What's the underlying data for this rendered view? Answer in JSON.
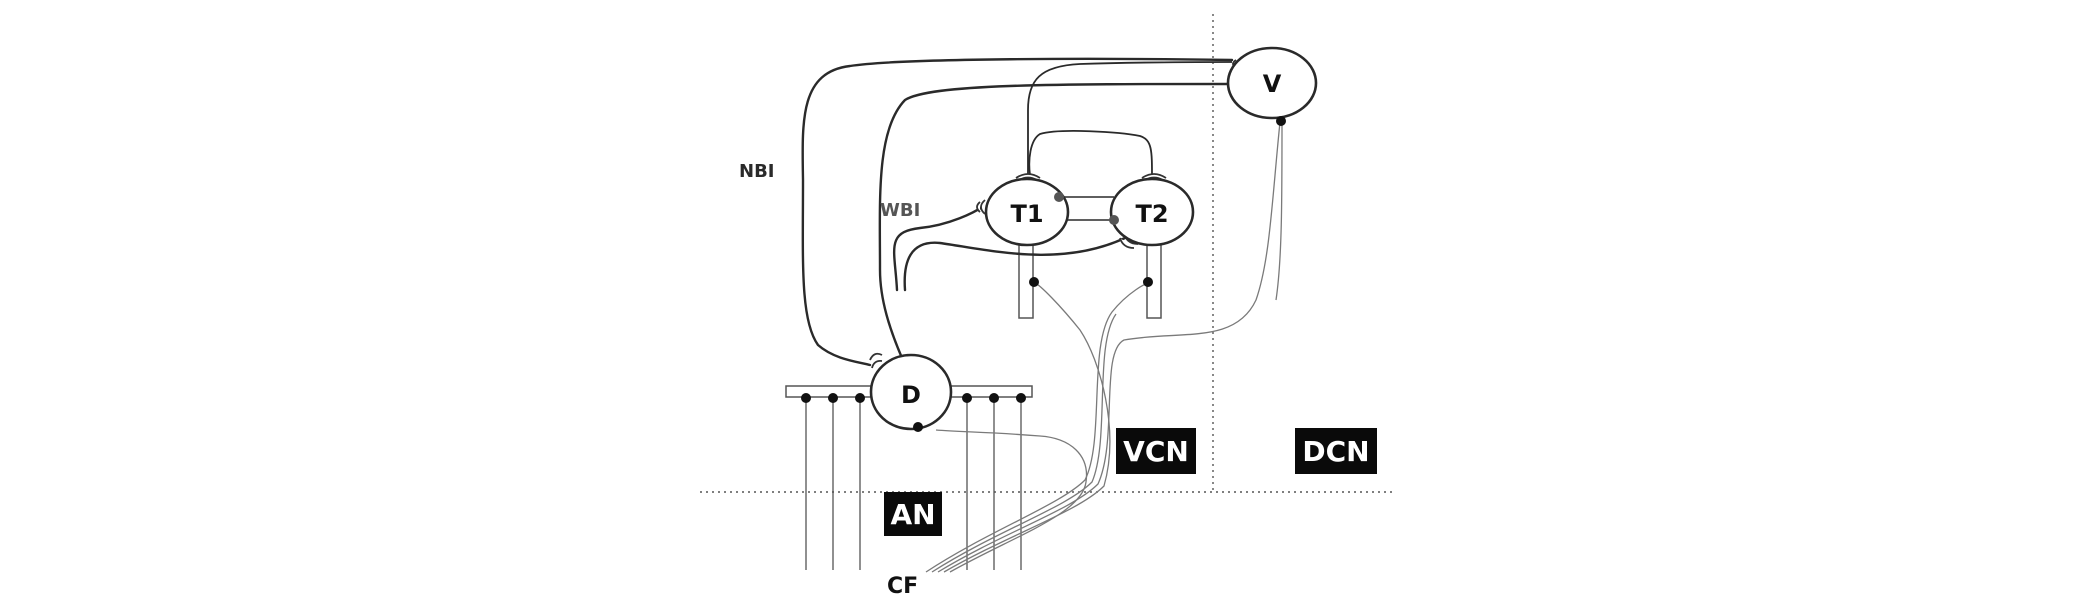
{
  "cells": {
    "v": "V",
    "t1": "T1",
    "t2": "T2",
    "d": "D"
  },
  "regions": {
    "an": "AN",
    "vcn": "VCN",
    "dcn": "DCN"
  },
  "inputs": {
    "nbi": "NBI",
    "wbi": "WBI",
    "cf": "CF"
  }
}
